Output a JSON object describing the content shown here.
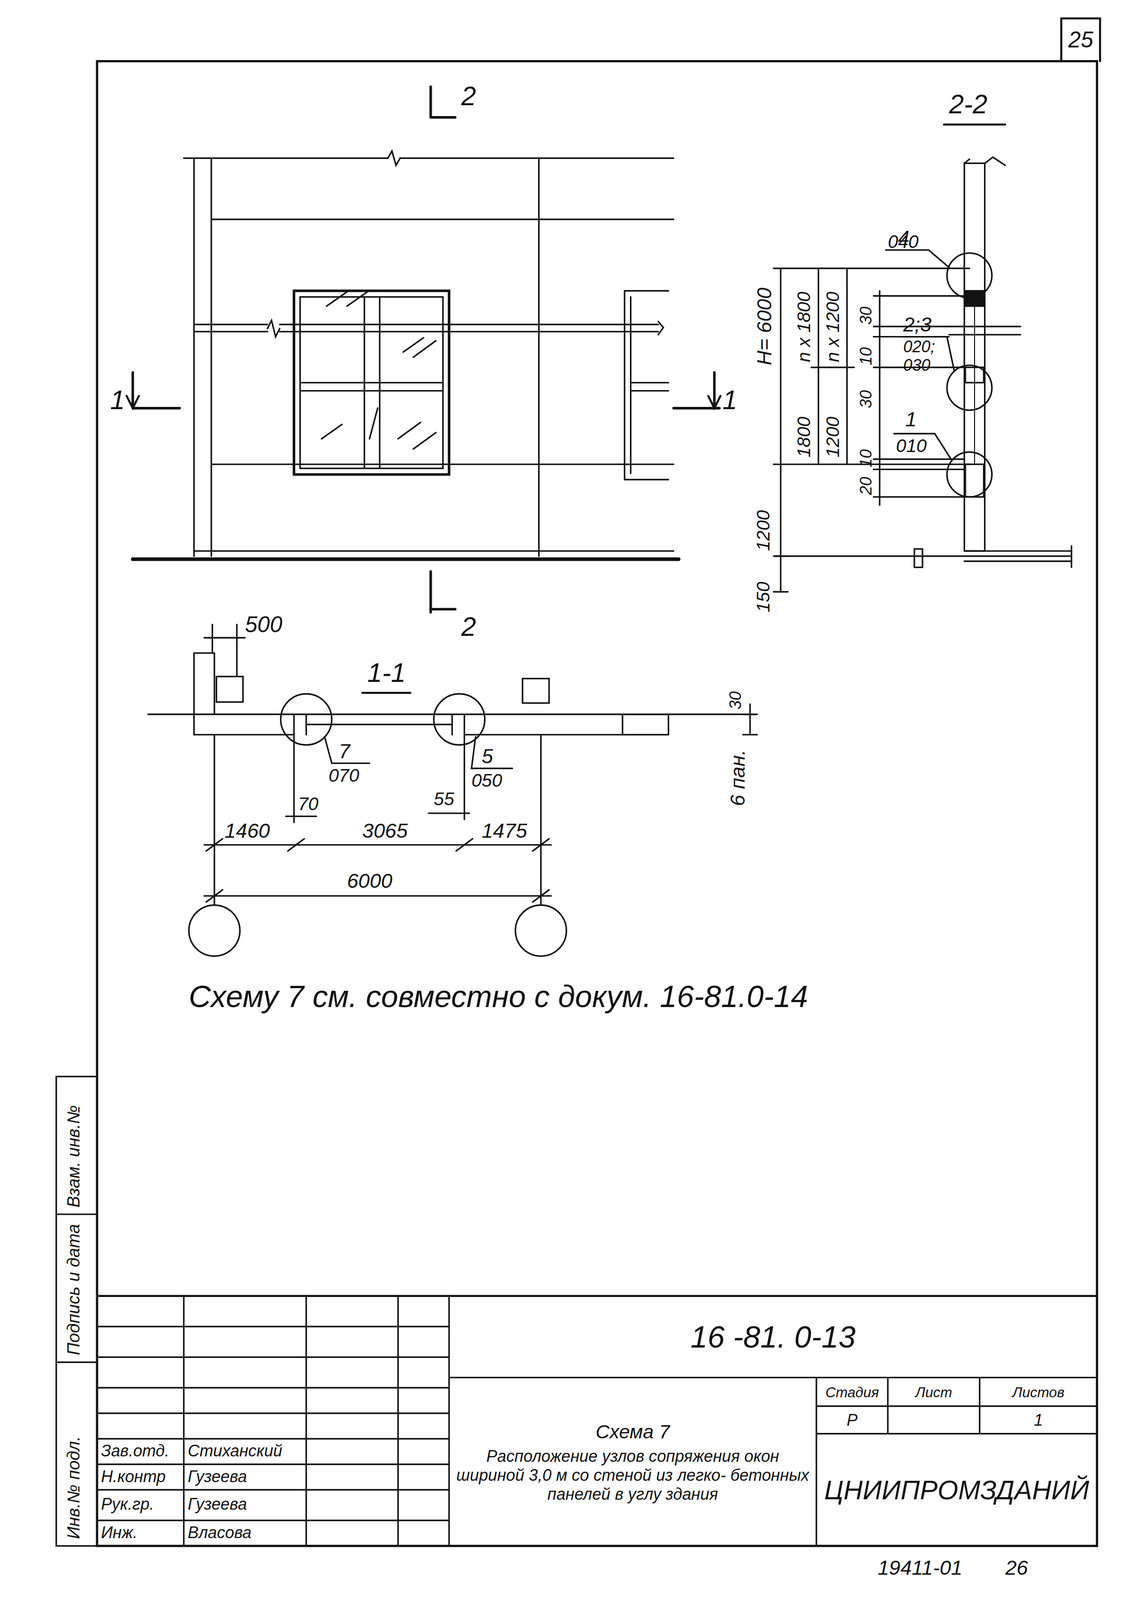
{
  "diagram": {
    "nodes": [
      {
        "text": [
          "25"
        ]
      },
      {
        "text": [
          "16 -81. 0-13"
        ]
      },
      {
        "text": [
          "Схема 7",
          "Расположение узлов сопряжения окон шириной 3,0 м со стеной из легко- бетонных панелей в углу здания"
        ]
      },
      {
        "text": [
          "Стадия"
        ]
      },
      {
        "text": [
          "Лист"
        ]
      },
      {
        "text": [
          "Листов"
        ]
      },
      {
        "text": [
          "Р"
        ]
      },
      {
        "text": [
          "1"
        ]
      },
      {
        "text": [
          "ЦНИИПРОМЗДАНИЙ"
        ]
      }
    ],
    "labels": [
      "2",
      "2-2",
      "1",
      "1",
      "2",
      "4",
      "040",
      "2;3",
      "020;",
      "030",
      "1",
      "010",
      "H= 6000",
      "n x 1800",
      "n x 1200",
      "30",
      "10",
      "1800",
      "1200",
      "30",
      "10",
      "20",
      "1200",
      "150",
      "500",
      "1-1",
      "30",
      "6 пан.",
      "7",
      "070",
      "5",
      "050",
      "70",
      "55",
      "1460",
      "3065",
      "1475",
      "6000",
      "Схему 7 см. совместно с докум. 16-81.0-14",
      "Взам. инв.№",
      "Подпись и дата",
      "Инв.№ подл.",
      "Зав.отд.",
      "Стиханский",
      "Н.контр",
      "Гузеева",
      "Рук.гр.",
      "Гузеева",
      "Инж.",
      "Власова",
      "19411-01",
      "26"
    ]
  }
}
